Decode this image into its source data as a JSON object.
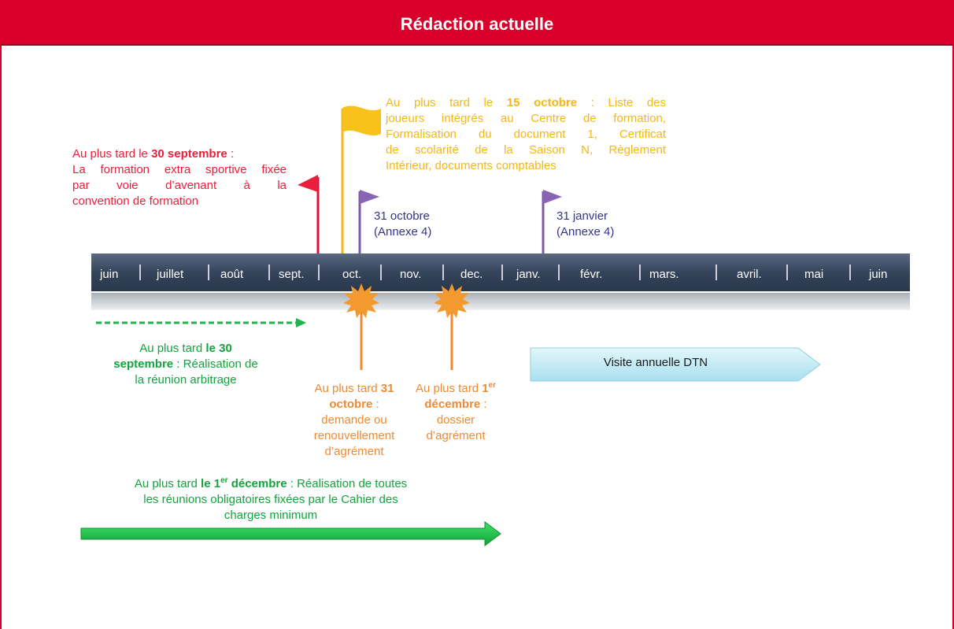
{
  "header": {
    "title": "Rédaction actuelle"
  },
  "months": [
    "juin",
    "juillet",
    "août",
    "sept.",
    "oct.",
    "nov.",
    "dec.",
    "janv.",
    "févr.",
    "mars.",
    "avril.",
    "mai",
    "juin"
  ],
  "notes": {
    "sept30_prefix": "Au plus tard le ",
    "sept30_bold": "30 septembre",
    "sept30_line1_end": " :",
    "sept30_line2": "La formation extra sportive fixée",
    "sept30_line3": "par voie d’avenant à la",
    "sept30_line4": "convention de formation",
    "oct15_prefix": "Au plus tard le ",
    "oct15_bold": "15 octobre",
    "oct15_line1_end": " : Liste des",
    "oct15_line2": "joueurs intégrés au Centre de formation,",
    "oct15_line3": "Formalisation du document 1, Certificat",
    "oct15_line4": "de scolarité de la Saison N, Règlement",
    "oct15_line5": "Intérieur, documents comptables",
    "oct31_line1": "31 octobre",
    "oct31_line2": "(Annexe 4)",
    "jan31_line1": "31 janvier",
    "jan31_line2": "(Annexe 4)",
    "arb_prefix": "Au plus tard ",
    "arb_bold1": "le 30",
    "arb_bold2": "septembre",
    "arb_line2_end": " : Réalisation de",
    "arb_line3": "la réunion arbitrage",
    "agr_prefix": "Au plus tard ",
    "agr_bold1": "31",
    "agr_bold2": "octobre",
    "agr_line2_end": " :",
    "agr_line3": "demande ou",
    "agr_line4": "renouvellement",
    "agr_line5": "d’agrément",
    "dec1_prefix": "Au plus tard ",
    "dec1_bold": "1",
    "dec1_sup": "er",
    "dec1_line2": "décembre",
    "dec1_line2_end": " :",
    "dec1_line3": "dossier",
    "dec1_line4": "d’agrément",
    "reun_prefix": "Au plus tard ",
    "reun_bold_a": "le 1",
    "reun_sup": "er",
    "reun_bold_b": " décembre",
    "reun_line1_end": " : Réalisation de toutes",
    "reun_line2": "les réunions obligatoires fixées par le Cahier des",
    "reun_line3": "charges minimum"
  },
  "visit": {
    "label": "Visite annuelle  DTN"
  },
  "colors": {
    "header": "#d8002a",
    "timeline_bar": "#3c4b60",
    "red": "#e8203c",
    "yellow": "#f6b716",
    "purple": "#7e5aa6",
    "green": "#14a33e",
    "orange": "#ef8a32",
    "visit_fill": "#c4ecf6"
  }
}
